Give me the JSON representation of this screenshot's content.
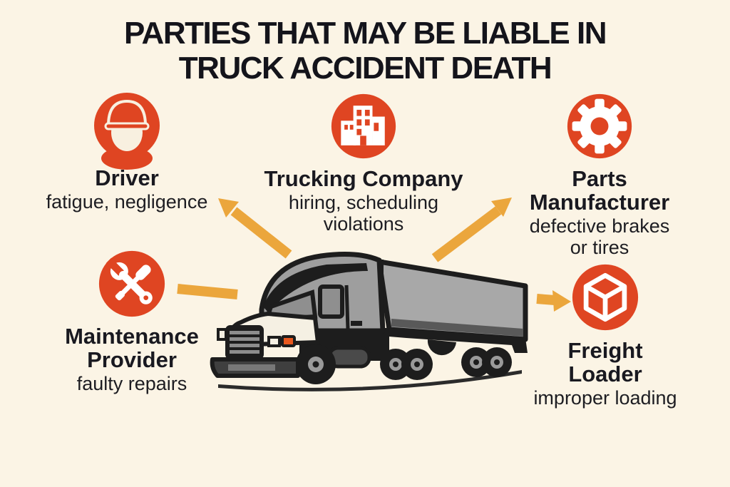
{
  "title": {
    "line1": "PARTIES THAT MAY BE LIABLE IN",
    "line2": "TRUCK ACCIDENT DEATH"
  },
  "colors": {
    "background": "#FBF4E5",
    "badge_red": "#DF4522",
    "arrow_orange": "#EBA63C",
    "text": "#15151A",
    "truck_gray": "#A8A8A8",
    "truck_black": "#1D1D1D",
    "truck_white": "#F5F0E3",
    "truck_signal_orange": "#E8581E"
  },
  "parties": [
    {
      "id": "driver",
      "icon": "hard-hat-worker-icon",
      "name": "Driver",
      "name_lines": [
        "Driver"
      ],
      "detail_lines": [
        "fatigue, negligence"
      ]
    },
    {
      "id": "trucking-company",
      "icon": "buildings-icon",
      "name": "Trucking Company",
      "name_lines": [
        "Trucking Company"
      ],
      "detail_lines": [
        "hiring, scheduling",
        "violations"
      ]
    },
    {
      "id": "parts-manufacturer",
      "icon": "gear-icon",
      "name": "Parts Manufacturer",
      "name_lines": [
        "Parts",
        "Manufacturer"
      ],
      "detail_lines": [
        "defective brakes",
        "or tires"
      ]
    },
    {
      "id": "maintenance-provider",
      "icon": "crossed-tools-icon",
      "name": "Maintenance Provider",
      "name_lines": [
        "Maintenance",
        "Provider"
      ],
      "detail_lines": [
        "faulty repairs"
      ]
    },
    {
      "id": "freight-loader",
      "icon": "cargo-box-icon",
      "name": "Freight Loader",
      "name_lines": [
        "Freight",
        "Loader"
      ],
      "detail_lines": [
        "improper loading"
      ]
    }
  ],
  "illustration": {
    "subject": "semi-truck side view",
    "connectors": [
      "arrow-to-driver",
      "arrow-to-parts-manufacturer",
      "line-from-maintenance-provider",
      "arrow-to-freight-loader"
    ]
  }
}
